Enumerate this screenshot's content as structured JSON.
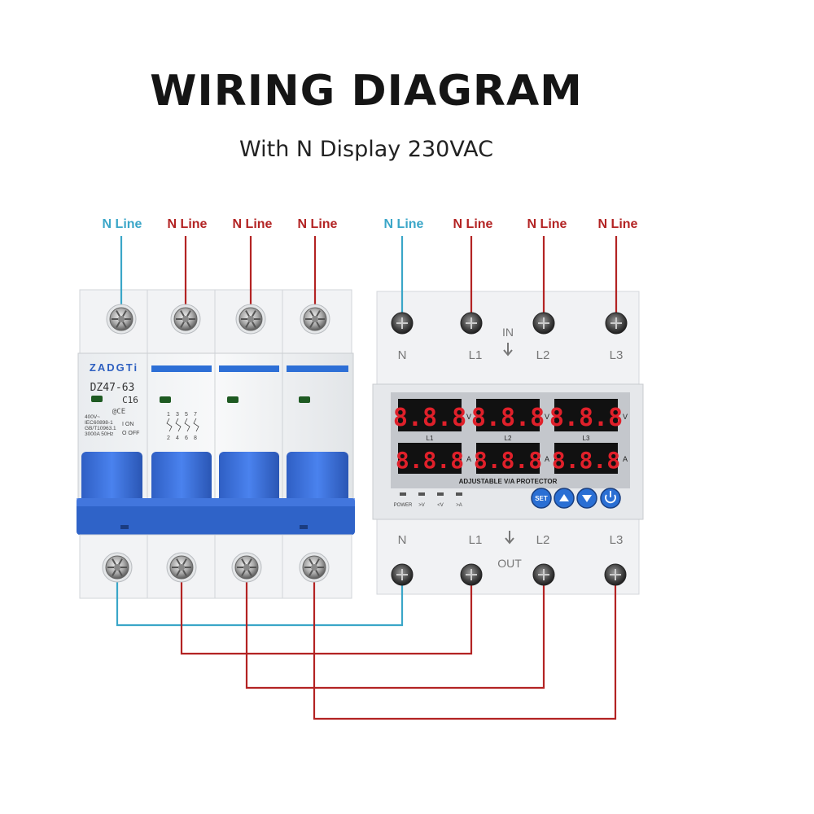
{
  "title": "WIRING DIAGRAM",
  "subtitle": "With N Display 230VAC",
  "colors": {
    "neutral_wire": "#3aa6c8",
    "line_wire": "#b32323",
    "breaker_handle": "#3a6fd8",
    "display_red": "#e0202a"
  },
  "top_labels": [
    "N Line",
    "N Line",
    "N Line",
    "N Line",
    "N Line",
    "N Line",
    "N Line",
    "N Line"
  ],
  "breaker": {
    "brand": "ZADGTi",
    "model": "DZ47-63",
    "rating": "C16",
    "spec_lines": [
      "400V~",
      "IEC60898-1",
      "GB/T10963.1",
      "3000A 50Hz"
    ],
    "on_label": "I ON",
    "off_label": "O OFF",
    "pole_numbers_top": [
      "1",
      "3",
      "5",
      "7"
    ],
    "pole_numbers_bottom": [
      "2",
      "4",
      "6",
      "8"
    ]
  },
  "protector": {
    "in_terminals": [
      "N",
      "L1",
      "L2",
      "L3"
    ],
    "out_terminals": [
      "N",
      "L1",
      "L2",
      "L3"
    ],
    "in_label": "IN",
    "out_label": "OUT",
    "voltage_readings": [
      "8.8.8",
      "8.8.8",
      "8.8.8"
    ],
    "current_readings": [
      "8.8.8",
      "8.8.8",
      "8.8.8"
    ],
    "voltage_unit": "V",
    "current_unit": "A",
    "channel_labels": [
      "L1",
      "L2",
      "L3"
    ],
    "name": "ADJUSTABLE V/A PROTECTOR",
    "indicator_labels": [
      "POWER",
      ">V",
      "<V",
      ">A"
    ],
    "buttons": {
      "set": "SET"
    }
  },
  "icons": [
    "terminal-screw-icon",
    "down-arrow-icon",
    "up-triangle-icon",
    "down-triangle-icon",
    "power-icon"
  ]
}
